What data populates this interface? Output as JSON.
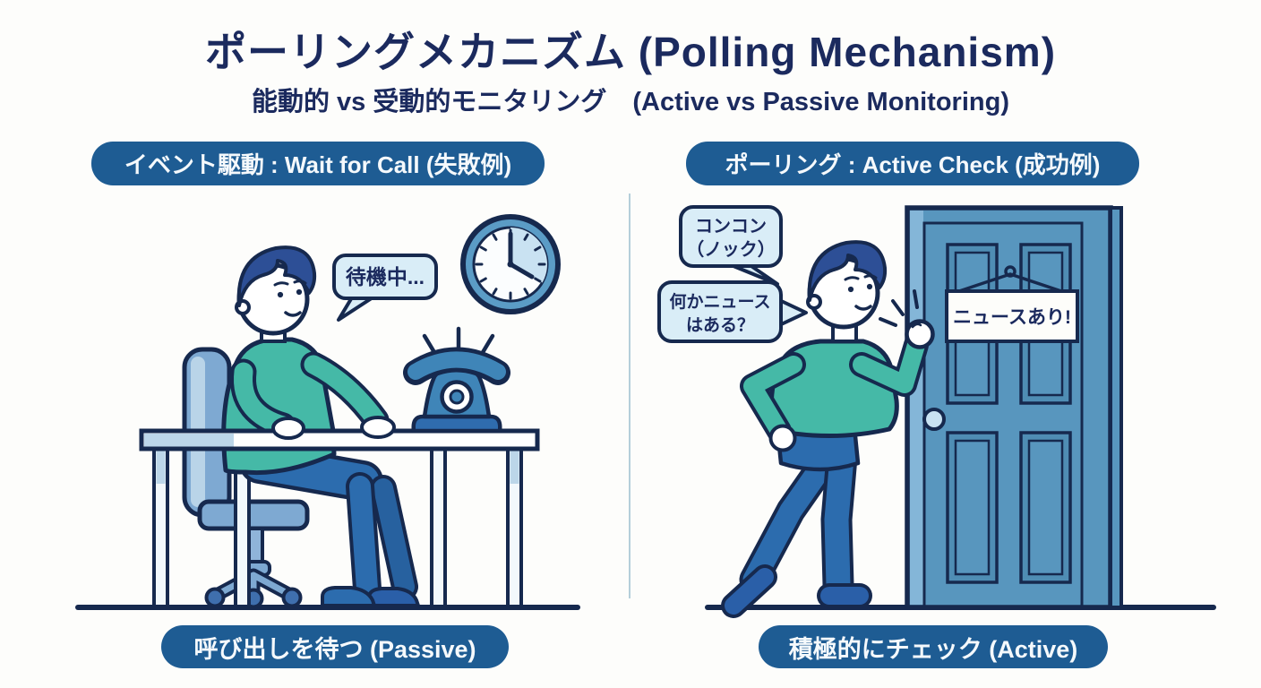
{
  "title": "ポーリングメカニズム (Polling Mechanism)",
  "subtitle": "能動的 vs 受動的モニタリング　(Active vs Passive Monitoring)",
  "left_panel": {
    "header": "イベント駆動 : Wait for Call (失敗例)",
    "bubble": "待機中...",
    "footer": "呼び出しを待つ (Passive)"
  },
  "right_panel": {
    "header": "ポーリング : Active Check (成功例)",
    "bubble_knock_line1": "コンコン",
    "bubble_knock_line2": "（ノック）",
    "bubble_question_line1": "何かニュース",
    "bubble_question_line2": "はある？",
    "door_sign": "ニュースあり!",
    "footer": "積極的にチェック (Active)"
  },
  "colors": {
    "title_navy": "#1b2a5e",
    "outline_navy": "#16294e",
    "pill_blue": "#1e5c93",
    "bubble_light_blue": "#d9edf7",
    "sweater_teal": "#45b9a7",
    "pants_blue": "#2c6cae",
    "door_blue": "#5896be",
    "chair_blue": "#7ea9d2",
    "clock_rim_blue": "#5b9cc6",
    "background": "#fdfdfb"
  }
}
